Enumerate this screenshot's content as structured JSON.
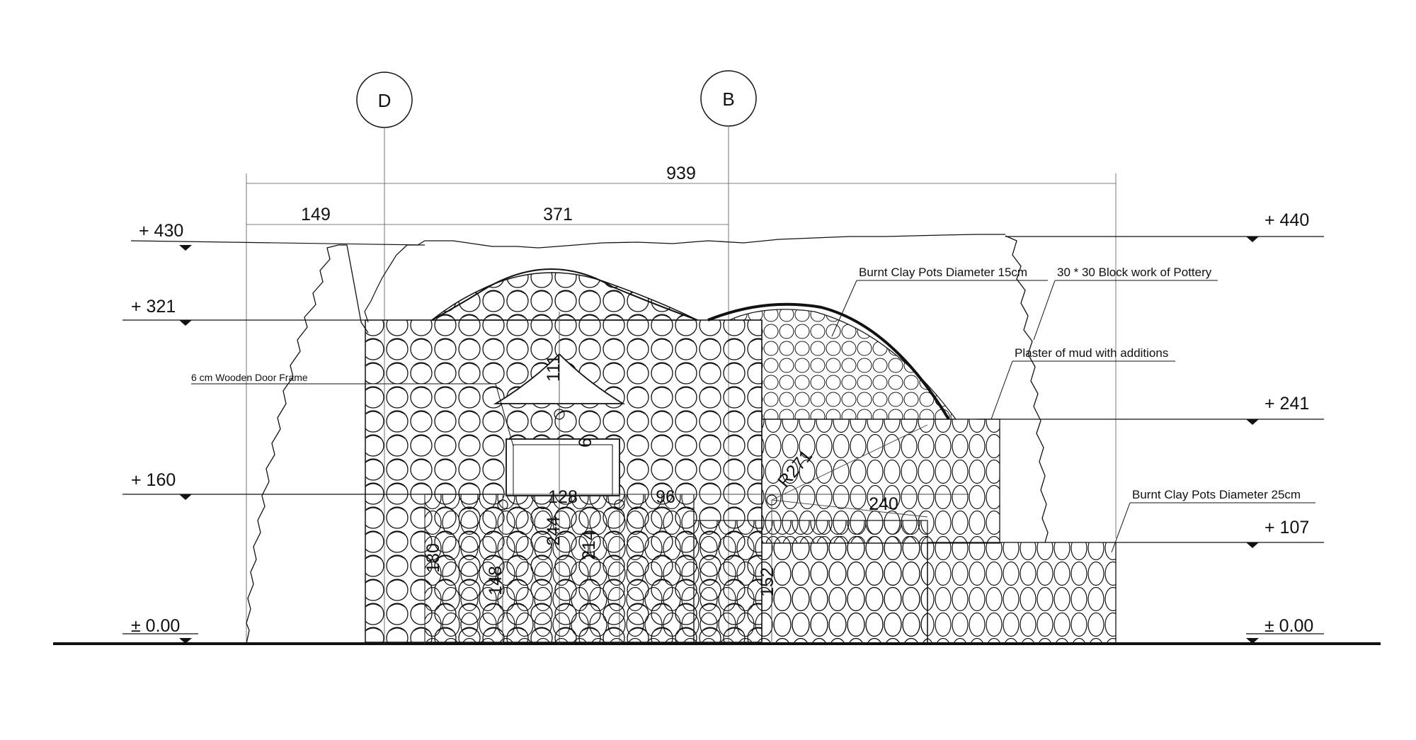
{
  "grid_labels": [
    "D",
    "B"
  ],
  "levels_left": [
    "+ 430",
    "+ 321",
    "+ 160",
    "± 0.00"
  ],
  "levels_right": [
    "+ 440",
    "+ 241",
    "+ 107",
    "± 0.00"
  ],
  "dimensions": {
    "overall": "939",
    "left_segment": "149",
    "mid_segment": "371",
    "arch_rise": "111",
    "frame": "6",
    "door_width": "128",
    "sill": "96",
    "radius": "R271",
    "span": "240",
    "h244": "244",
    "h214": "214",
    "h180": "180",
    "h148": "148",
    "h152": "152"
  },
  "annotations": {
    "pots_15": "Burnt Clay Pots Diameter 15cm",
    "block_work": "30 * 30 Block work of Pottery",
    "plaster": "Plaster of mud with additions",
    "pots_25": "Burnt Clay Pots Diameter 25cm",
    "door_frame": "6 cm Wooden Door Frame"
  },
  "colors": {
    "ink": "#111111",
    "background": "#ffffff"
  }
}
